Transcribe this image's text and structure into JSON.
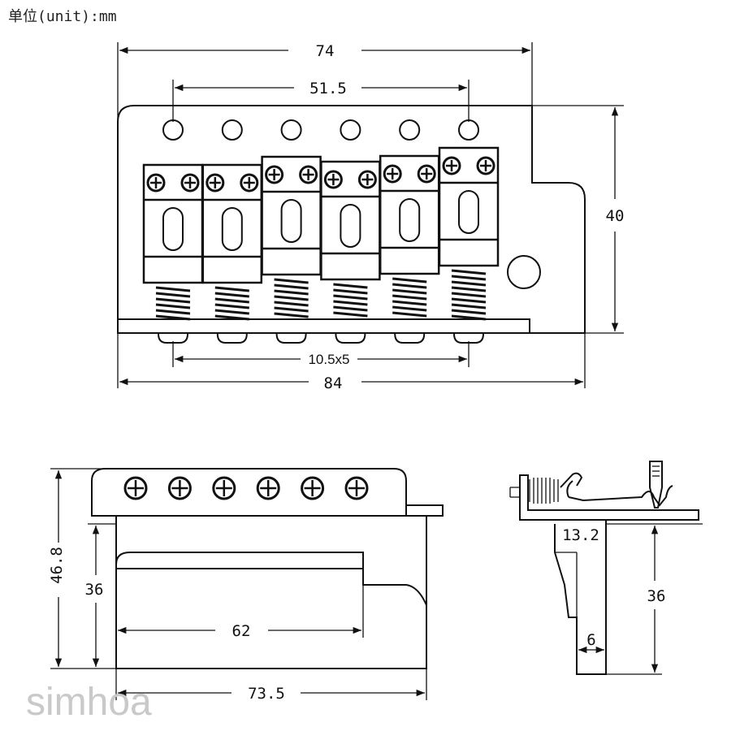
{
  "unit_label": "单位(unit):mm",
  "top_view": {
    "overall_width_inner": "74",
    "hole_span": "51.5",
    "height": "40",
    "string_spacing": "10.5x5",
    "overall_width": "84"
  },
  "side_view": {
    "total_height": "46.8",
    "block_height": "36",
    "block_width": "62",
    "plate_width": "73.5"
  },
  "profile_view": {
    "block_depth": "13.2",
    "block_height": "36",
    "wall_thickness": "6"
  },
  "watermark": "simhoa",
  "saddles": 6
}
